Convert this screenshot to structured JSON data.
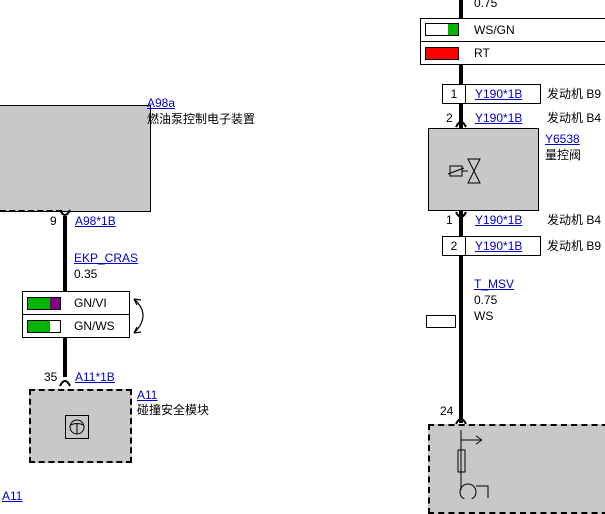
{
  "colors": {
    "link": "#0000cc",
    "component_fill": "#c8c8c8",
    "green": "#00b400",
    "violet": "#800080",
    "red": "#ff0000"
  },
  "left": {
    "fuel_pump_ecu": {
      "id": "A98a",
      "name": "燃油泵控制电子装置"
    },
    "pin_top": {
      "number": "9",
      "connector": "A98*1B"
    },
    "wire": {
      "signal": "EKP_CRAS",
      "gauge": "0.35"
    },
    "colors": [
      {
        "code": "GN/VI"
      },
      {
        "code": "GN/WS"
      }
    ],
    "pin_bottom": {
      "number": "35",
      "connector": "A11*1B"
    },
    "crash_module": {
      "id": "A11",
      "name": "碰撞安全模块"
    },
    "bottom_cut_text": "A11"
  },
  "right": {
    "top_gauge": "0.75",
    "colors": [
      {
        "code": "WS/GN"
      },
      {
        "code": "RT"
      }
    ],
    "rows": [
      {
        "number": "1",
        "connector": "Y190*1B",
        "desc": "发动机 B9",
        "boxed": true
      },
      {
        "number": "2",
        "connector": "Y190*1B",
        "desc": "发动机 B4",
        "boxed": false
      }
    ],
    "valve": {
      "id": "Y6538",
      "name": "量控阀"
    },
    "rows_after": [
      {
        "number": "1",
        "connector": "Y190*1B",
        "desc": "发动机 B4",
        "boxed": false
      },
      {
        "number": "2",
        "connector": "Y190*1B",
        "desc": "发动机 B9",
        "boxed": true
      }
    ],
    "wire": {
      "signal": "T_MSV",
      "gauge": "0.75",
      "color": "WS"
    },
    "pin_bottom": {
      "number": "24"
    }
  }
}
